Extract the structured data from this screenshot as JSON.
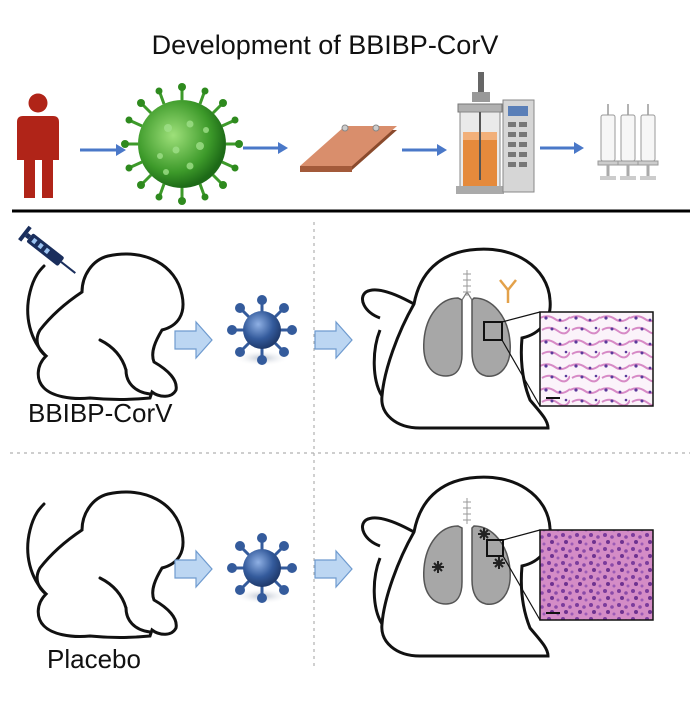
{
  "title": "Development of BBIBP-CorV",
  "groups": {
    "vaccine": {
      "label": "BBIBP-CorV"
    },
    "placebo": {
      "label": "Placebo"
    }
  },
  "icons": {
    "pipeline": [
      "person-icon",
      "virus-icon",
      "cell-culture-plate-icon",
      "bioreactor-icon",
      "vaccine-vials-icon"
    ],
    "per_row": [
      "macaque-icon",
      "injection-syringe-icon",
      "virus-challenge-icon",
      "lungs-icon",
      "antibody-icon",
      "histology-image",
      "lesion-icon"
    ]
  },
  "colors": {
    "person": "#b02418",
    "virus_green": "#3d9a2a",
    "virus_blue": "#345b9c",
    "arrow_blue": "#4a78c8",
    "arrow_light": "#bcd6f2",
    "antibody": "#e3a14a",
    "histology_pink": "#e39fcf",
    "histology_dense": "#c870b9",
    "divider": "#000000",
    "dashed": "#b0b0b0"
  }
}
